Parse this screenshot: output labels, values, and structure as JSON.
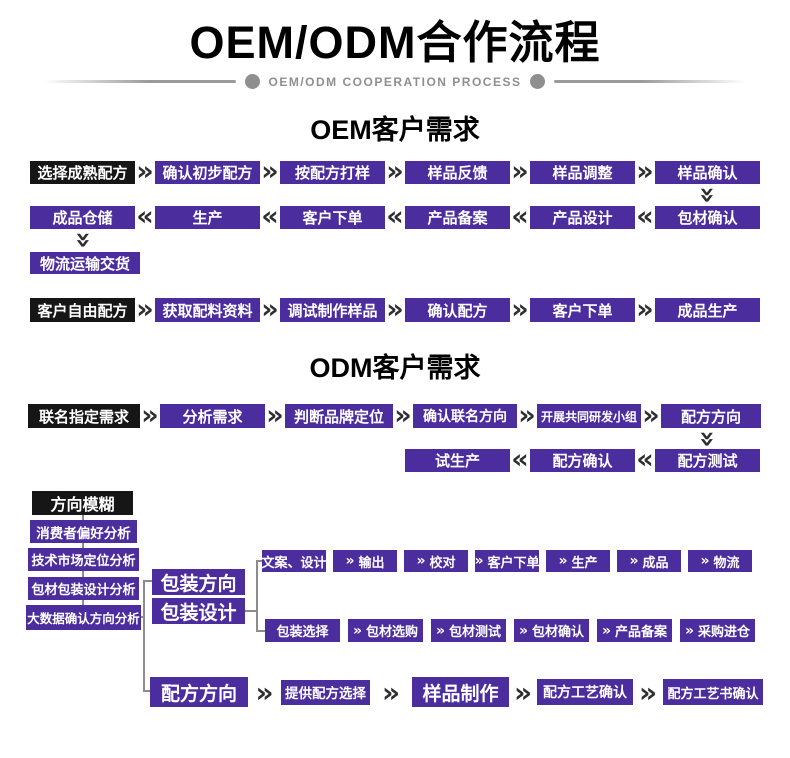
{
  "title": "OEM/ODM合作流程",
  "subtitle": "OEM/ODM COOPERATION PROCESS",
  "icons": {
    "chevron_right": "»",
    "chevron_left": "«",
    "chevron_down": "»"
  },
  "colors": {
    "purple": "#4b2d9d",
    "black_box": "#161616",
    "chevron": "#2f2f2f",
    "connector_line": "#8c8c8c"
  },
  "oem": {
    "heading": "OEM客户需求",
    "row1": [
      "选择成熟配方",
      "确认初步配方",
      "按配方打样",
      "样品反馈",
      "样品调整",
      "样品确认"
    ],
    "row2": [
      "成品仓储",
      "生产",
      "客户下单",
      "产品备案",
      "产品设计",
      "包材确认"
    ],
    "delivery": "物流运输交货",
    "row3": [
      "客户自由配方",
      "获取配料资料",
      "调试制作样品",
      "确认配方",
      "客户下单",
      "成品生产"
    ]
  },
  "odm": {
    "heading": "ODM客户需求",
    "row1": [
      "联名指定需求",
      "分析需求",
      "判断品牌定位",
      "确认联名方向",
      "开展共同研发小组",
      "配方方向"
    ],
    "row2": [
      "试生产",
      "配方确认",
      "配方测试"
    ],
    "left": [
      "方向模糊",
      "消费者偏好分析",
      "技术市场定位分析",
      "包材包装设计分析",
      "大数据确认方向分析"
    ],
    "mid": [
      "包装方向",
      "包装设计"
    ],
    "rowA": [
      "文案、设计",
      "输出",
      "校对",
      "客户下单",
      "生产",
      "成品",
      "物流"
    ],
    "rowB": [
      "包装选择",
      "包材选购",
      "包材测试",
      "包材确认",
      "产品备案",
      "采购进仓"
    ],
    "rowC": [
      "配方方向",
      "提供配方选择",
      "样品制作",
      "配方工艺确认",
      "配方工艺书确认"
    ]
  }
}
